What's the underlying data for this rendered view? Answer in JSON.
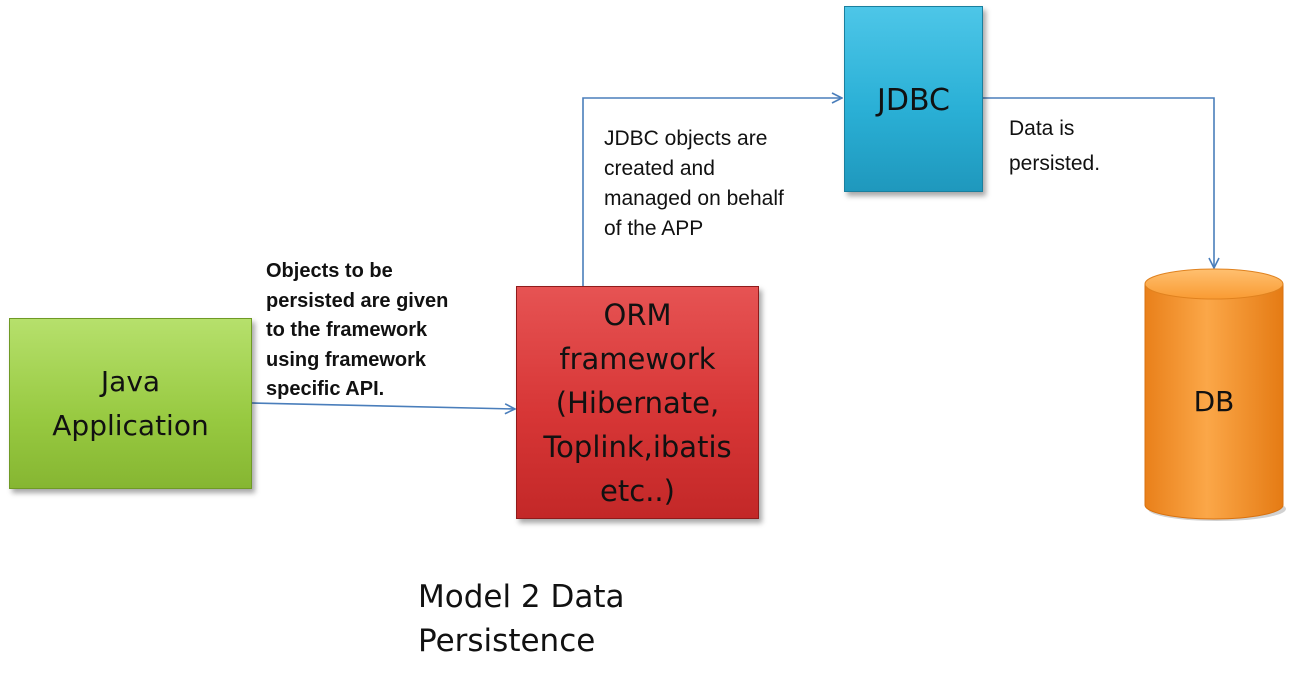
{
  "nodes": {
    "java": {
      "lines": [
        "Java",
        "Application"
      ]
    },
    "orm": {
      "lines": [
        "ORM",
        "framework",
        "(Hibernate,",
        "Toplink,ibatis",
        "etc..)"
      ]
    },
    "jdbc": {
      "label": "JDBC"
    },
    "db": {
      "label": "DB"
    }
  },
  "edge_labels": {
    "java_to_orm": [
      "Objects to be",
      "persisted are given",
      "to the framework",
      "using framework",
      "specific API."
    ],
    "orm_to_jdbc": [
      "JDBC objects are",
      "created and",
      "managed on behalf",
      "of the APP"
    ],
    "jdbc_to_db": [
      "Data is",
      "persisted."
    ]
  },
  "caption": [
    "Model 2 Data",
    "Persistence"
  ],
  "colors": {
    "java_fill": "#97c940",
    "orm_fill": "#d73636",
    "jdbc_fill": "#2ab0d6",
    "db_fill": "#f5962a",
    "connector": "#4a7ebb"
  }
}
